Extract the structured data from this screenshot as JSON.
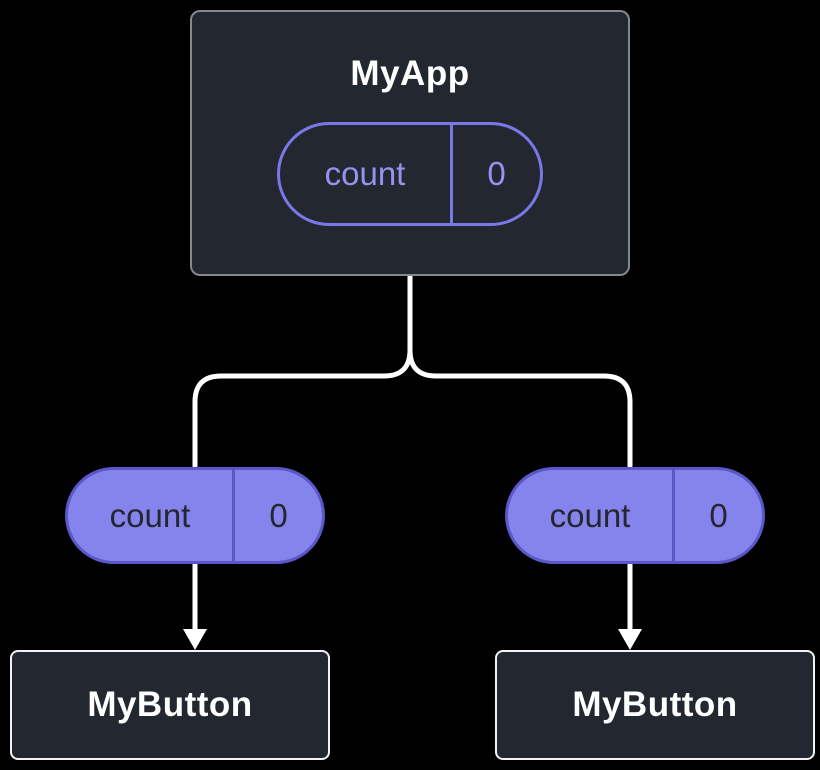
{
  "diagram": {
    "background": "#000000",
    "node_fill": "#23272f",
    "node_border": "#f2f2f4",
    "pill_fill": "#8583ec",
    "pill_border": "#5a58c8",
    "pill_text_dark": "#23272f",
    "outline_pill_border": "#7a78e8",
    "outline_pill_text": "#9593ef",
    "connector_color": "#ffffff",
    "root": {
      "title": "MyApp",
      "state_label": "count",
      "state_value": "0"
    },
    "left_branch": {
      "pill_label": "count",
      "pill_value": "0",
      "node_title": "MyButton"
    },
    "right_branch": {
      "pill_label": "count",
      "pill_value": "0",
      "node_title": "MyButton"
    }
  }
}
